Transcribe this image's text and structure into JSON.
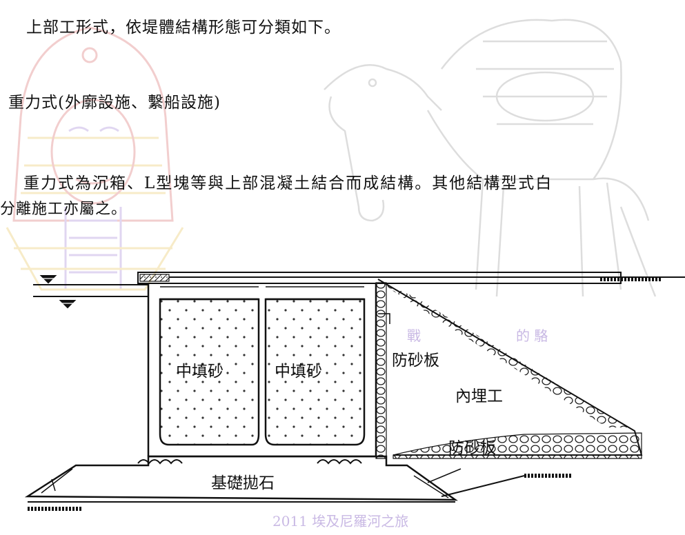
{
  "text": {
    "line1": "上部工形式，依堤體結構形態可分類如下。",
    "line2": "重力式(外廓設施、繫船設施)",
    "line3": "重力式為沉箱、L型塊等與上部混凝土結合而成結構。其他結構型式白",
    "line4": "分離施工亦屬之。"
  },
  "diagram": {
    "fill_left": "中填砂",
    "fill_right": "中填砂",
    "sand_board_top": "防砂板",
    "backfill": "內埋工",
    "sand_board_bottom": "防砂板",
    "foundation": "基礎拋石"
  },
  "watermark": {
    "text_middle": "戰",
    "text_middle_2": "的 駱",
    "text_bottom": "2011 埃及尼羅河之旅"
  },
  "colors": {
    "watermark_red": "#e8a7a7",
    "watermark_yellow": "#f1dc9c",
    "watermark_purple": "#c8b6e6",
    "ink": "#111111"
  }
}
